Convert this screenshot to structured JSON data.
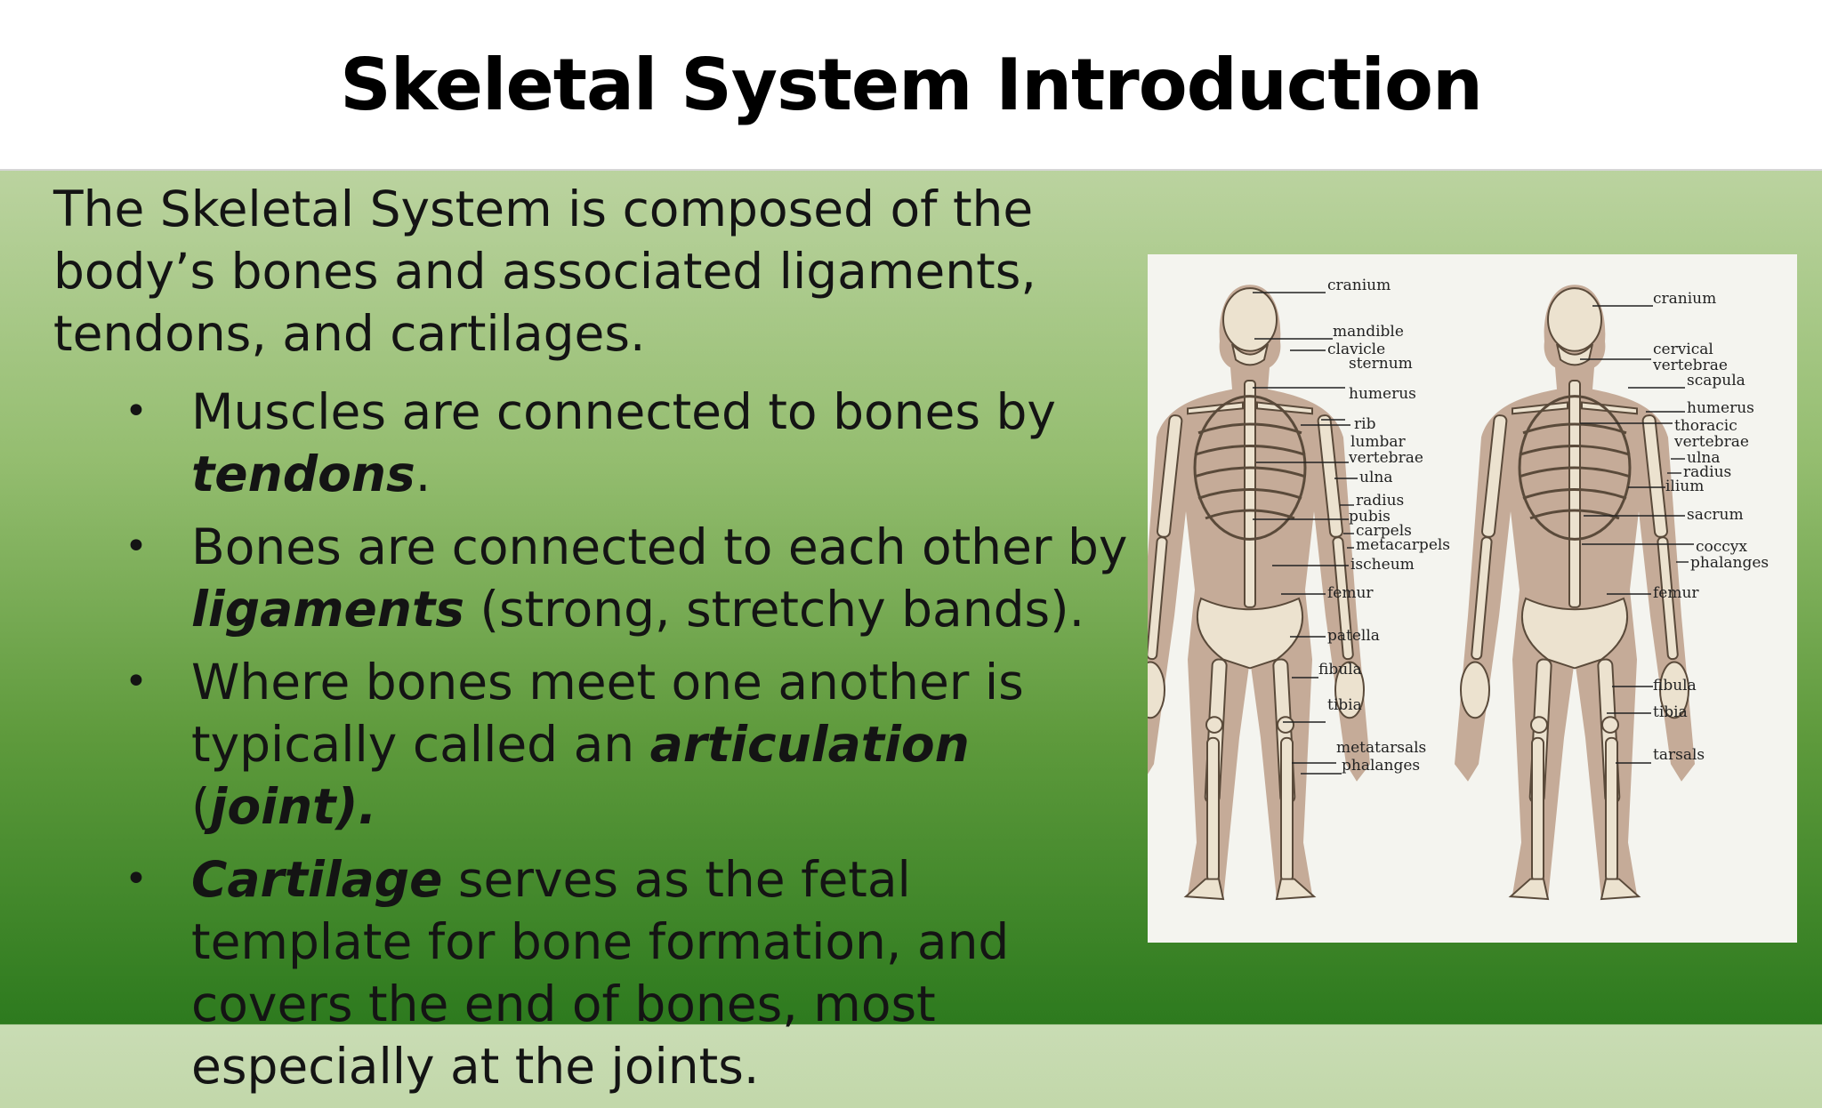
{
  "slide": {
    "title": "Skeletal System Introduction",
    "intro": "The Skeletal System is composed of the body’s bones and associated ligaments, tendons, and cartilages.",
    "bullet_glyph": "•",
    "bullets": [
      {
        "before": "Muscles are connected to bones by ",
        "term": "tendons",
        "after": "."
      },
      {
        "before": "Bones are connected to each other by ",
        "term": "ligaments",
        "after": " (strong, stretchy bands)."
      },
      {
        "before": "Where bones meet one another is typically called an ",
        "term": "articulation",
        "mid": " (",
        "term2": "joint",
        "after": ")."
      },
      {
        "before": "",
        "term": "Cartilage",
        "after": " serves as the fetal template for bone formation, and covers the end of bones, most especially at the joints."
      }
    ]
  },
  "figure": {
    "front_labels": [
      "cranium",
      "mandible",
      "clavicle",
      "sternum",
      "humerus",
      "rib",
      "lumbar",
      "vertebrae",
      "ulna",
      "radius",
      "pubis",
      "carpels",
      "metacarpels",
      "ischeum",
      "femur",
      "patella",
      "fibula",
      "tibia",
      "metatarsals",
      "phalanges"
    ],
    "back_labels": [
      "cranium",
      "cervical",
      "vertebrae",
      "scapula",
      "humerus",
      "thoracic",
      "vertebrae",
      "ulna",
      "radius",
      "ilium",
      "sacrum",
      "coccyx",
      "phalanges",
      "femur",
      "fibula",
      "tibia",
      "tarsals"
    ]
  }
}
